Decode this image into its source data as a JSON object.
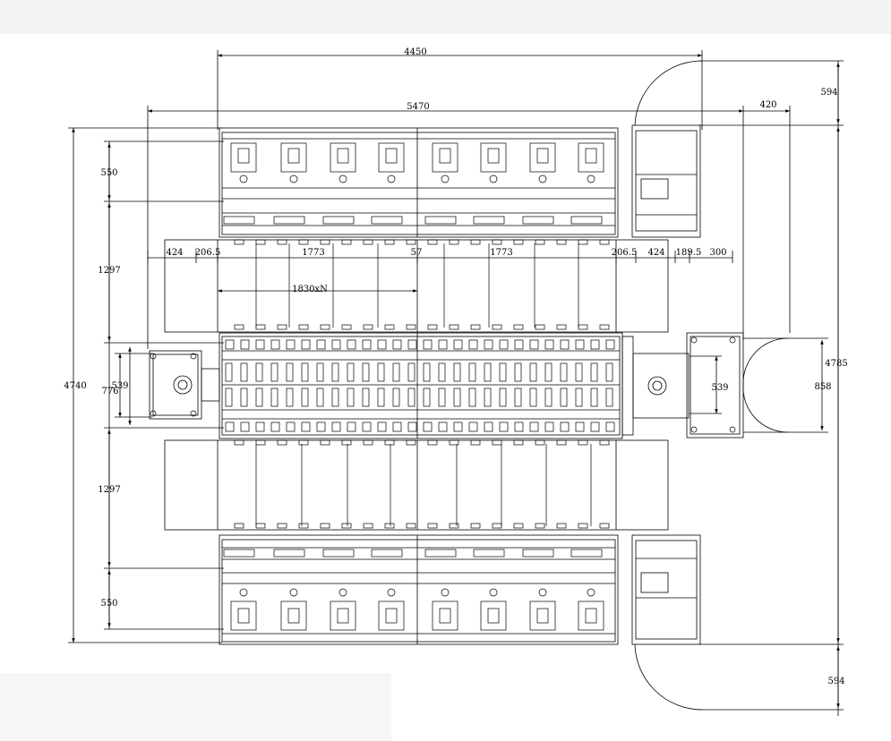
{
  "drawing": {
    "dims": {
      "top_4450": "4450",
      "top_5470": "5470",
      "top_420": "420",
      "right_594_top": "594",
      "right_4785": "4785",
      "right_858": "858",
      "right_539": "539",
      "right_594_bottom": "594",
      "left_550_top": "550",
      "left_1297_top": "1297",
      "left_539": "539",
      "left_776": "776",
      "left_4740": "4740",
      "left_1297_bottom": "1297",
      "left_550_bottom": "550",
      "mid_424_left": "424",
      "mid_206_left": "206.5",
      "mid_1773_left": "1773",
      "mid_57": "57",
      "mid_1773_right": "1773",
      "mid_206_right": "206.5",
      "mid_424_right": "424",
      "mid_189": "189.5",
      "mid_300": "300",
      "mid_1830": "1830xN"
    },
    "colors": {
      "line": "#000000",
      "background": "#ffffff",
      "band": "#f3f3f3"
    }
  }
}
